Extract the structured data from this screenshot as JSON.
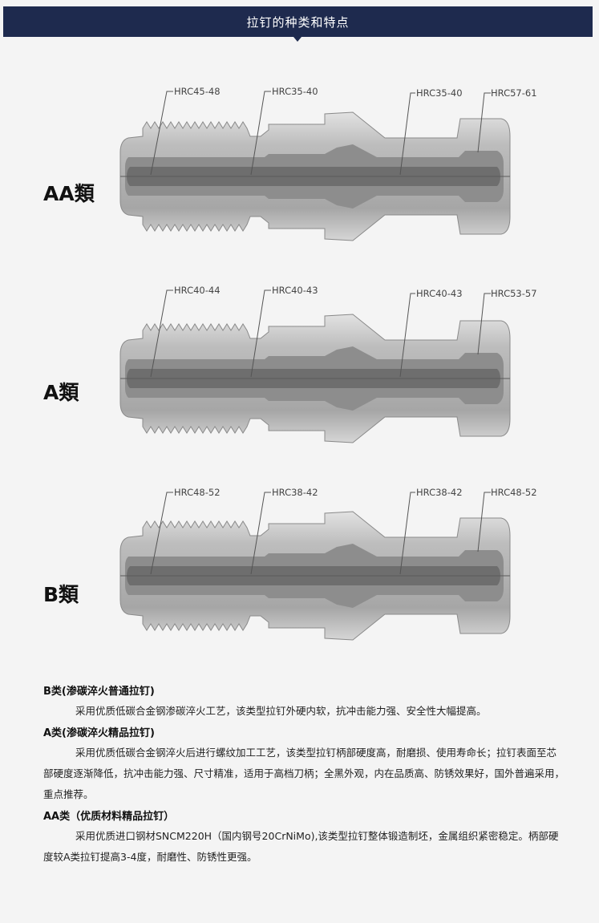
{
  "banner": {
    "title": "拉钉的种类和特点"
  },
  "studs": [
    {
      "label": "AA類",
      "hrc": [
        "HRC45-48",
        "HRC35-40",
        "HRC35-40",
        "HRC57-61"
      ]
    },
    {
      "label": "A類",
      "hrc": [
        "HRC40-44",
        "HRC40-43",
        "HRC40-43",
        "HRC53-57"
      ]
    },
    {
      "label": "B類",
      "hrc": [
        "HRC48-52",
        "HRC38-42",
        "HRC38-42",
        "HRC48-52"
      ]
    }
  ],
  "sections": [
    {
      "heading": "B类(渗碳淬火普通拉钉)",
      "text": "采用优质低碳合金钢渗碳淬火工艺，该类型拉钉外硬内软，抗冲击能力强、安全性大幅提高。"
    },
    {
      "heading": "A类(渗碳淬火精品拉钉)",
      "text": "采用优质低碳合金钢淬火后进行螺纹加工工艺，该类型拉钉柄部硬度高，耐磨损、使用寿命长；拉钉表面至芯部硬度逐渐降低，抗冲击能力强、尺寸精准，适用于高档刀柄；全黑外观，内在品质高、防锈效果好，国外普遍采用，重点推荐。"
    },
    {
      "heading": "AA类（优质材料精品拉钉）",
      "text": "采用优质进口钢材SNCM220H（国内钢号20CrNiMo),该类型拉钉整体锻造制坯，金属组织紧密稳定。柄部硬度较A类拉钉提高3-4度，耐磨性、防锈性更强。"
    }
  ],
  "colors": {
    "banner": "#1e2a4e",
    "steel_light": "#c9c9c9",
    "steel_mid": "#9a9a9a",
    "steel_core": "#6e6e6e"
  }
}
